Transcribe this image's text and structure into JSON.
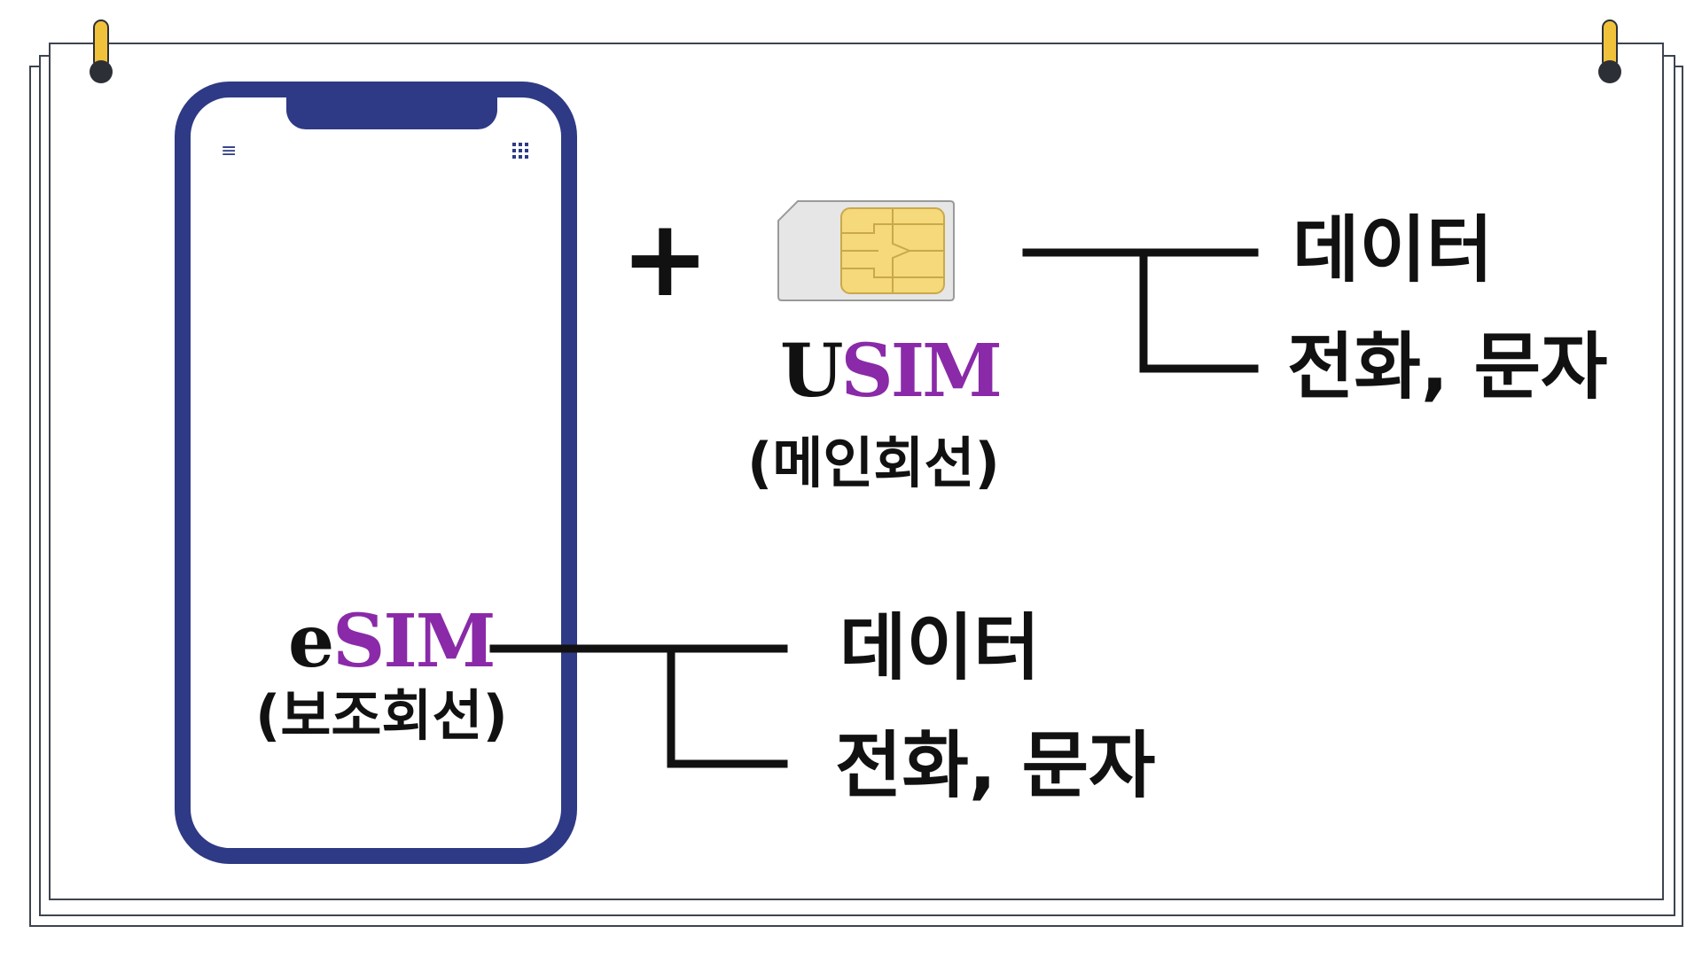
{
  "esim": {
    "prefix": "e",
    "suffix": "SIM",
    "subtitle": "(보조회선)",
    "services": {
      "data": "데이터",
      "call_sms": "전화, 문자"
    }
  },
  "plus_symbol": "+",
  "usim": {
    "prefix": "U",
    "suffix": "SIM",
    "subtitle": "(메인회선)",
    "services": {
      "data": "데이터",
      "call_sms": "전화, 문자"
    }
  },
  "icons": {
    "phone_menu": "menu-icon",
    "phone_apps": "grid-icon",
    "sim_card": "sim-card-icon",
    "pins": "pin-icon"
  },
  "colors": {
    "phone_frame": "#2e3a85",
    "sim_accent": "#8a2aa8",
    "chip": "#f5d97a",
    "pin_yellow": "#f0c23b",
    "text": "#111111"
  }
}
